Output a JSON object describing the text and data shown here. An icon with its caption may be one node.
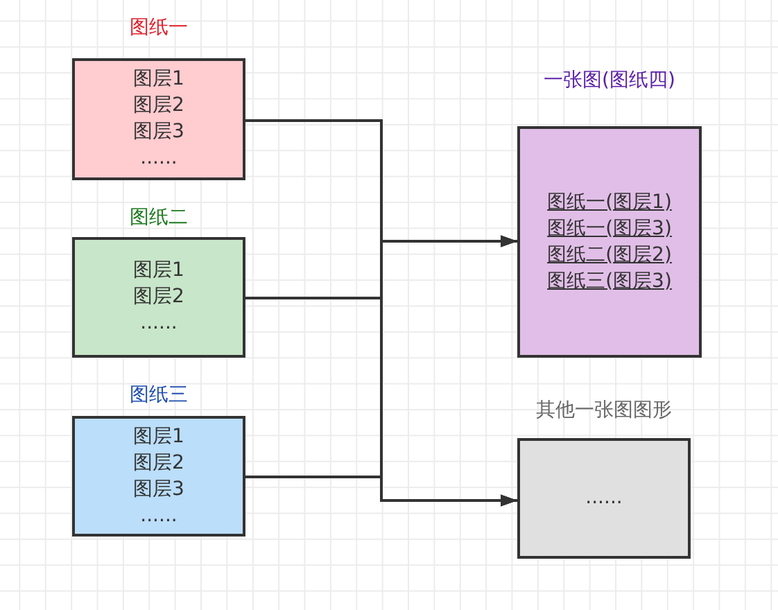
{
  "diagram": {
    "nodes": [
      {
        "text": [
          "图纸一",
          "图层1",
          "图层2",
          "图层3",
          "......"
        ]
      },
      {
        "text": [
          "图纸二",
          "图层1",
          "图层2",
          "......"
        ]
      },
      {
        "text": [
          "图纸三",
          "图层1",
          "图层2",
          "图层3",
          "......"
        ]
      },
      {
        "text": [
          "一张图(图纸四)",
          "图纸一(图层1)",
          "图纸一(图层3)",
          "图纸二(图层2)",
          "图纸三(图层3)"
        ]
      },
      {
        "text": [
          "其他一张图图形",
          "......"
        ]
      }
    ],
    "edges": [
      {
        "from": 0,
        "to": 3,
        "arrow": "to"
      },
      {
        "from": 1,
        "to": 3,
        "arrow": "to"
      },
      {
        "from": 2,
        "to": 3,
        "arrow": "to"
      },
      {
        "from": 0,
        "to": 4,
        "arrow": "to"
      },
      {
        "from": 1,
        "to": 4,
        "arrow": "to"
      },
      {
        "from": 2,
        "to": 4,
        "arrow": "to"
      }
    ]
  }
}
